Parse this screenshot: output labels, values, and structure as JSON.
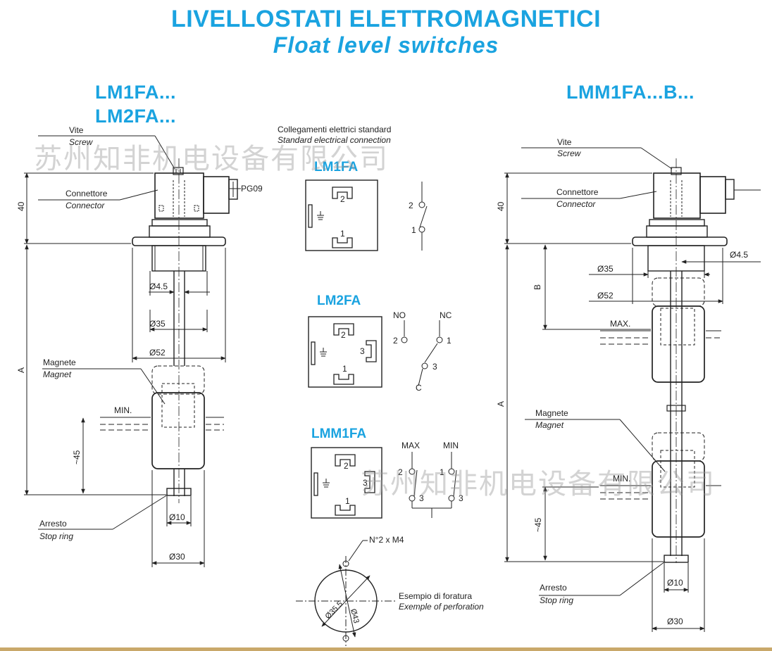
{
  "header": {
    "title": "LIVELLOSTATI ELETTROMAGNETICI",
    "subtitle": "Float level switches"
  },
  "colors": {
    "accent": "#1aa3e0",
    "line": "#222222",
    "watermark": "#9a9a9a"
  },
  "watermark": "苏州知非机电设备有限公司",
  "left_model": {
    "line1": "LM1FA...",
    "line2": "LM2FA..."
  },
  "right_model": {
    "title": "LMM1FA...B..."
  },
  "left_drawing": {
    "vite": "Vite",
    "screw": "Screw",
    "connettore": "Connettore",
    "connector": "Connector",
    "pg": "PG09",
    "dim_40": "40",
    "dim_a": "A",
    "d45": "Ø4.5",
    "d35": "Ø35",
    "d52": "Ø52",
    "magnete": "Magnete",
    "magnet": "Magnet",
    "min": "MIN.",
    "dim_45": "~45",
    "arresto": "Arresto",
    "stop_ring": "Stop ring",
    "d10": "Ø10",
    "d30": "Ø30"
  },
  "center": {
    "coll": "Collegamenti elettrici standard",
    "coll_en": "Standard electrical connection",
    "lm1fa": {
      "title": "LM1FA",
      "pin_top": "2",
      "pin_bottom": "1",
      "sw_2": "2",
      "sw_1": "1"
    },
    "lm2fa": {
      "title": "LM2FA",
      "pin_top": "2",
      "pin_right": "3",
      "pin_bottom": "1",
      "no": "NO",
      "nc": "NC",
      "c": "C",
      "sw_2": "2",
      "sw_1": "1",
      "sw_3": "3"
    },
    "lmm1fa": {
      "title": "LMM1FA",
      "pin_top": "2",
      "pin_right": "3",
      "pin_bottom": "1",
      "max": "MAX",
      "min": "MIN",
      "sw_2": "2",
      "sw_1": "1",
      "sw_3a": "3",
      "sw_3b": "3"
    },
    "holes": "N°2 x M4",
    "d355": "Ø35.5",
    "d43": "Ø43",
    "esempio": "Esempio di foratura",
    "example": "Exemple of perforation"
  },
  "right_drawing": {
    "vite": "Vite",
    "screw": "Screw",
    "connettore": "Connettore",
    "connector": "Connector",
    "dim_40": "40",
    "dim_b": "B",
    "dim_a": "A",
    "d35": "Ø35",
    "d52": "Ø52",
    "d45": "Ø4.5",
    "max": "MAX.",
    "magnete": "Magnete",
    "magnet": "Magnet",
    "min": "MIN.",
    "dim_45": "~45",
    "arresto": "Arresto",
    "stop_ring": "Stop ring",
    "d10": "Ø10",
    "d30": "Ø30"
  }
}
